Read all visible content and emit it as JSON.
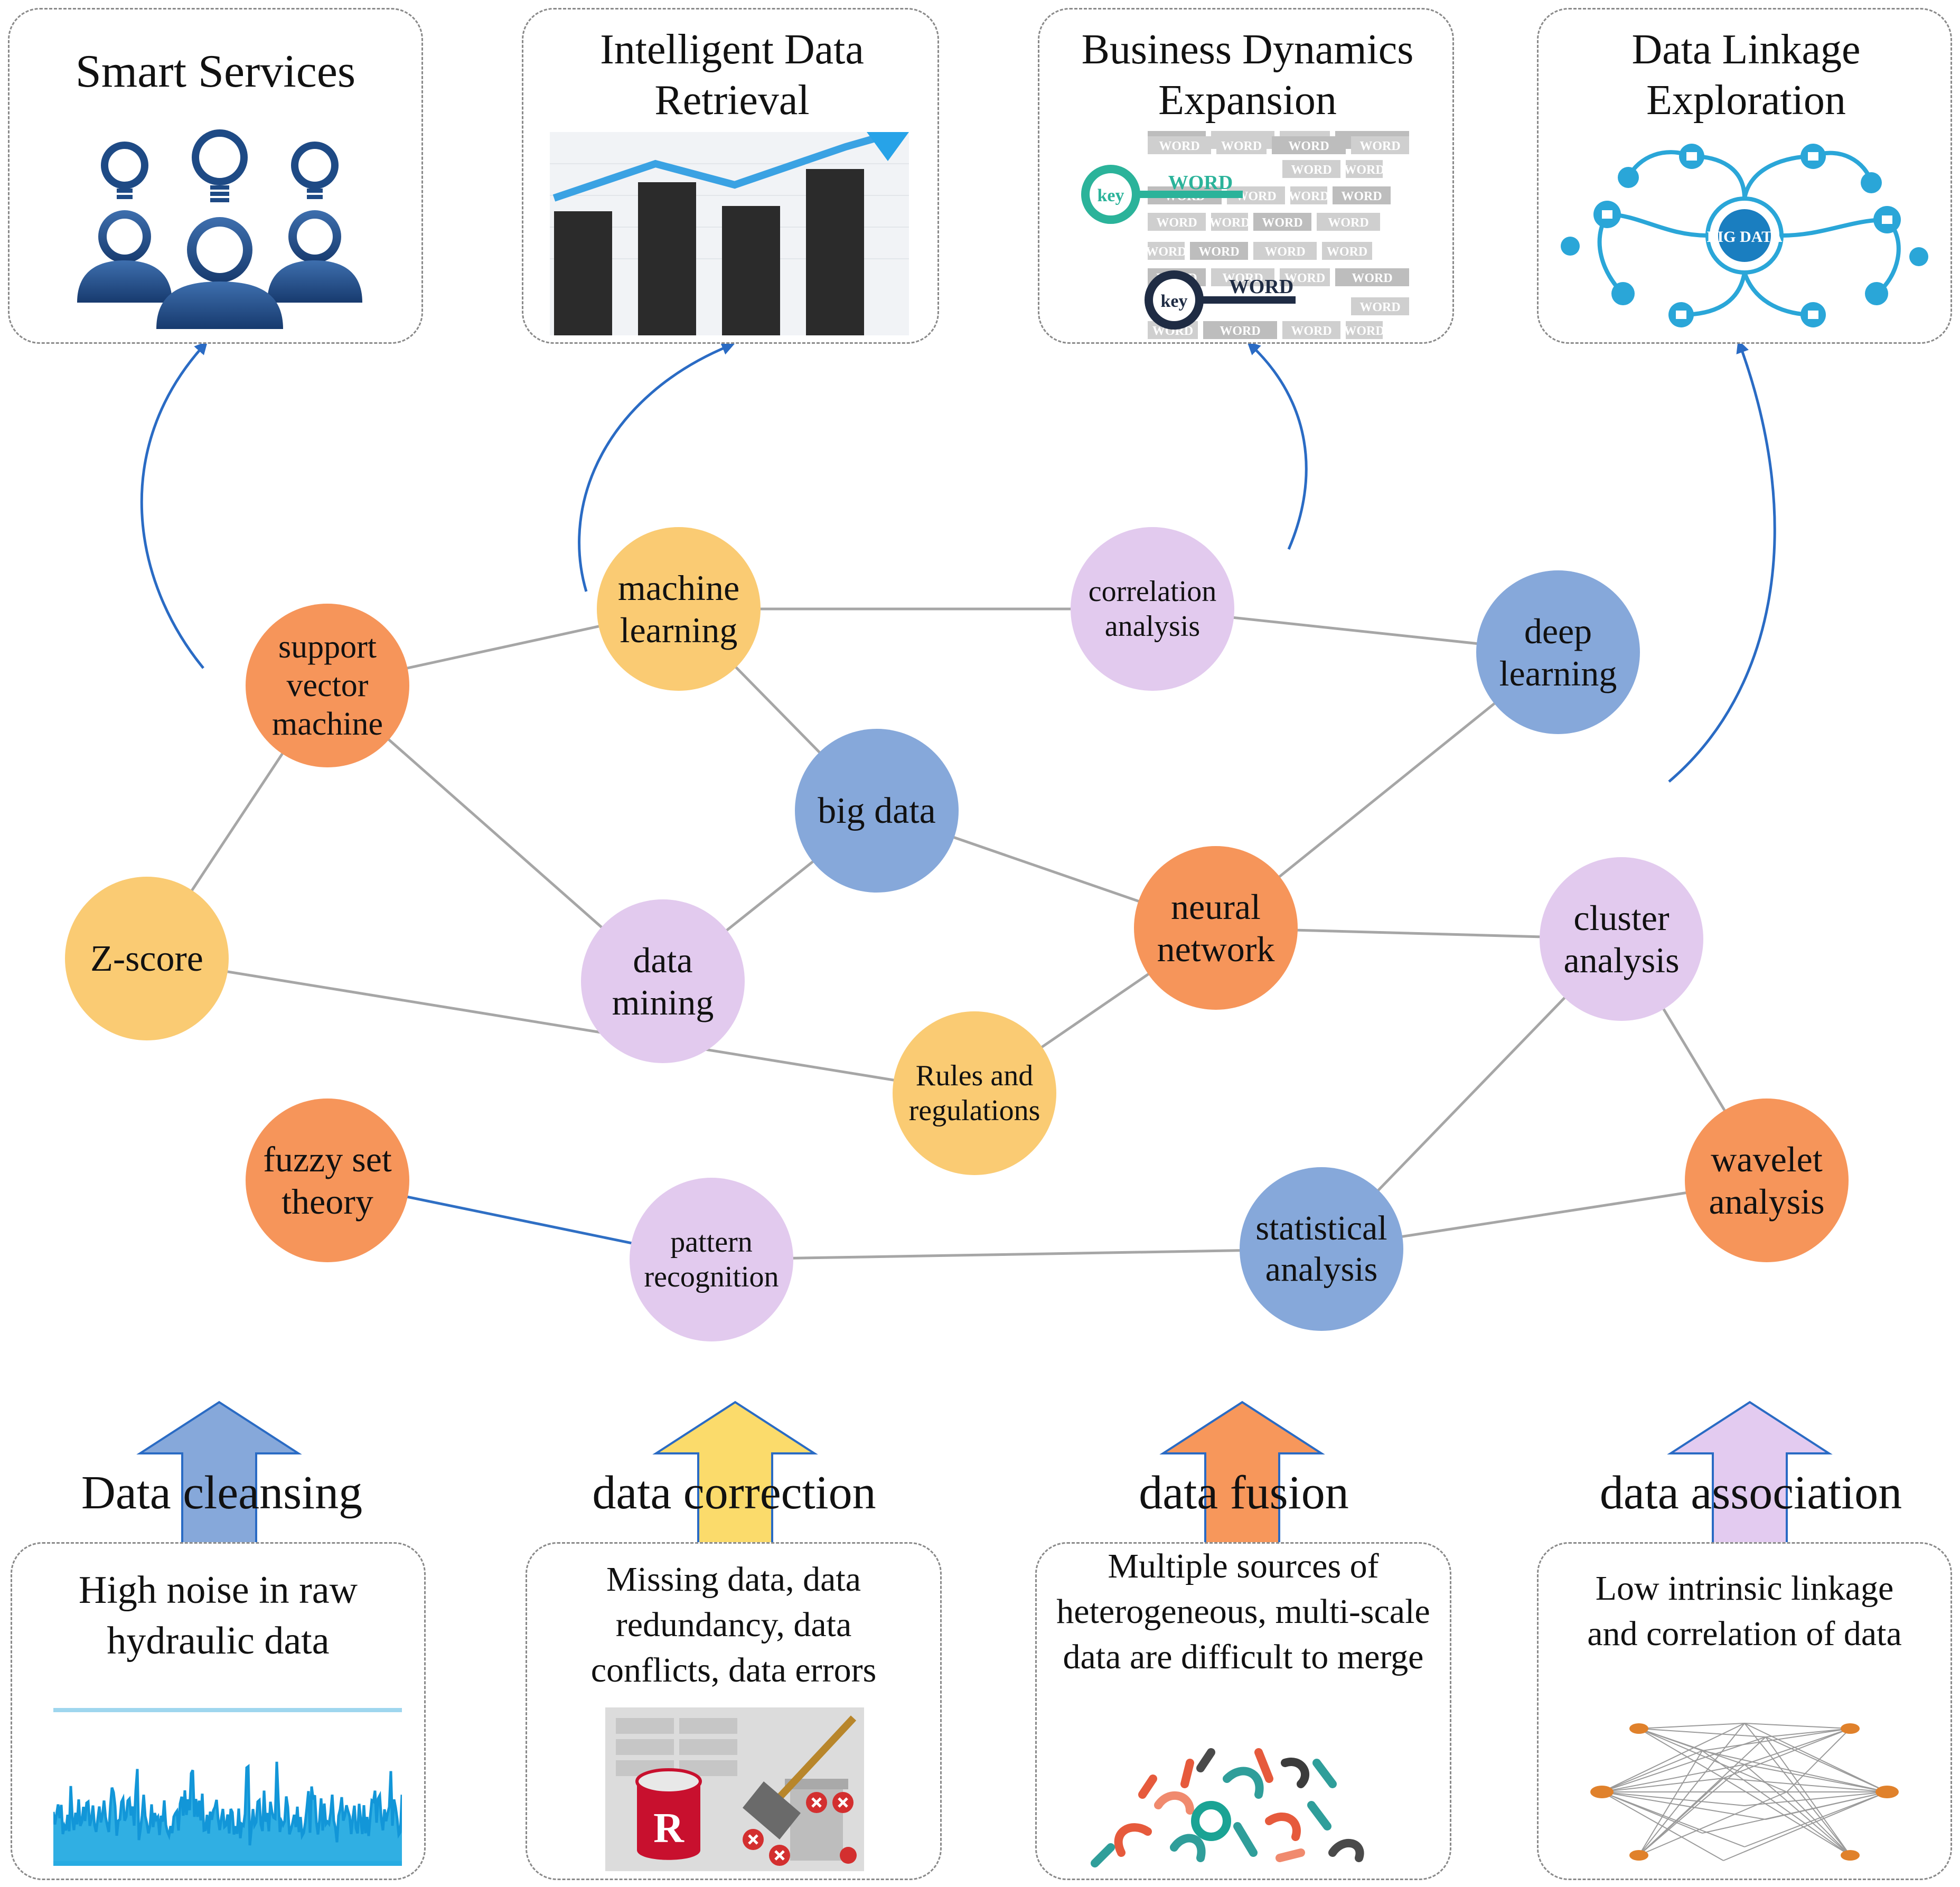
{
  "colors": {
    "orange": "#F6955A",
    "yellow": "#FACB73",
    "purple": "#E2CAEE",
    "blue": "#86A8DA",
    "edge": "#a6a6a6",
    "edge_blue": "#2f6fc4",
    "arrow_blue": "#2a6bc4",
    "arrow_yellow": "#FBDB6B",
    "arrow_orange": "#F7975B",
    "arrow_purple": "#E3CBF0",
    "arrow_bluefill": "#86A8DA"
  },
  "top_boxes": [
    {
      "title": "Smart Services",
      "icon": "people-ideas-icon"
    },
    {
      "title": "Intelligent Data Retrieval",
      "icon": "bar-chart-trend-icon"
    },
    {
      "title": "Business Dynamics Expansion",
      "icon": "keyword-search-icon"
    },
    {
      "title": "Data Linkage Exploration",
      "icon": "big-data-network-icon"
    }
  ],
  "keyword_tiles": [
    "WORD",
    "key"
  ],
  "big_data_badge": "BIG DATA",
  "bottom_boxes": [
    {
      "label": "Data cleansing",
      "desc": "High noise in raw hydraulic data",
      "icon": "noisy-signal-icon"
    },
    {
      "label": "data correction",
      "desc": "Missing data, data redundancy, data conflicts, data errors",
      "icon": "database-cleanup-icon"
    },
    {
      "label": "data fusion",
      "desc": "Multiple sources of heterogeneous, multi-scale data are difficult to merge",
      "icon": "scattered-glyphs-icon"
    },
    {
      "label": "data association",
      "desc": "Low intrinsic linkage and correlation of data",
      "icon": "node-graph-icon"
    }
  ],
  "database_badge": "R",
  "nodes": [
    {
      "id": "svm",
      "text": "support vector machine",
      "color": "orange"
    },
    {
      "id": "ml",
      "text": "machine learning",
      "color": "yellow"
    },
    {
      "id": "corr",
      "text": "correlation analysis",
      "color": "purple"
    },
    {
      "id": "dl",
      "text": "deep learning",
      "color": "blue"
    },
    {
      "id": "bd",
      "text": "big data",
      "color": "blue"
    },
    {
      "id": "z",
      "text": "Z-score",
      "color": "yellow"
    },
    {
      "id": "dm",
      "text": "data mining",
      "color": "purple"
    },
    {
      "id": "nn",
      "text": "neural network",
      "color": "orange"
    },
    {
      "id": "ca",
      "text": "cluster analysis",
      "color": "purple"
    },
    {
      "id": "rr",
      "text": "Rules and regulations",
      "color": "yellow"
    },
    {
      "id": "fst",
      "text": "fuzzy set theory",
      "color": "orange"
    },
    {
      "id": "pr",
      "text": "pattern recognition",
      "color": "purple"
    },
    {
      "id": "sa",
      "text": "statistical analysis",
      "color": "blue"
    },
    {
      "id": "wa",
      "text": "wavelet analysis",
      "color": "orange"
    }
  ],
  "edges": [
    [
      "svm",
      "ml"
    ],
    [
      "ml",
      "corr"
    ],
    [
      "corr",
      "dl"
    ],
    [
      "ml",
      "bd"
    ],
    [
      "svm",
      "z"
    ],
    [
      "svm",
      "dm"
    ],
    [
      "dm",
      "bd"
    ],
    [
      "bd",
      "nn"
    ],
    [
      "dl",
      "nn"
    ],
    [
      "nn",
      "ca"
    ],
    [
      "nn",
      "rr"
    ],
    [
      "z",
      "rr"
    ],
    [
      "ca",
      "sa"
    ],
    [
      "ca",
      "wa"
    ],
    [
      "sa",
      "wa"
    ],
    [
      "pr",
      "sa"
    ],
    [
      "fst",
      "pr"
    ]
  ]
}
